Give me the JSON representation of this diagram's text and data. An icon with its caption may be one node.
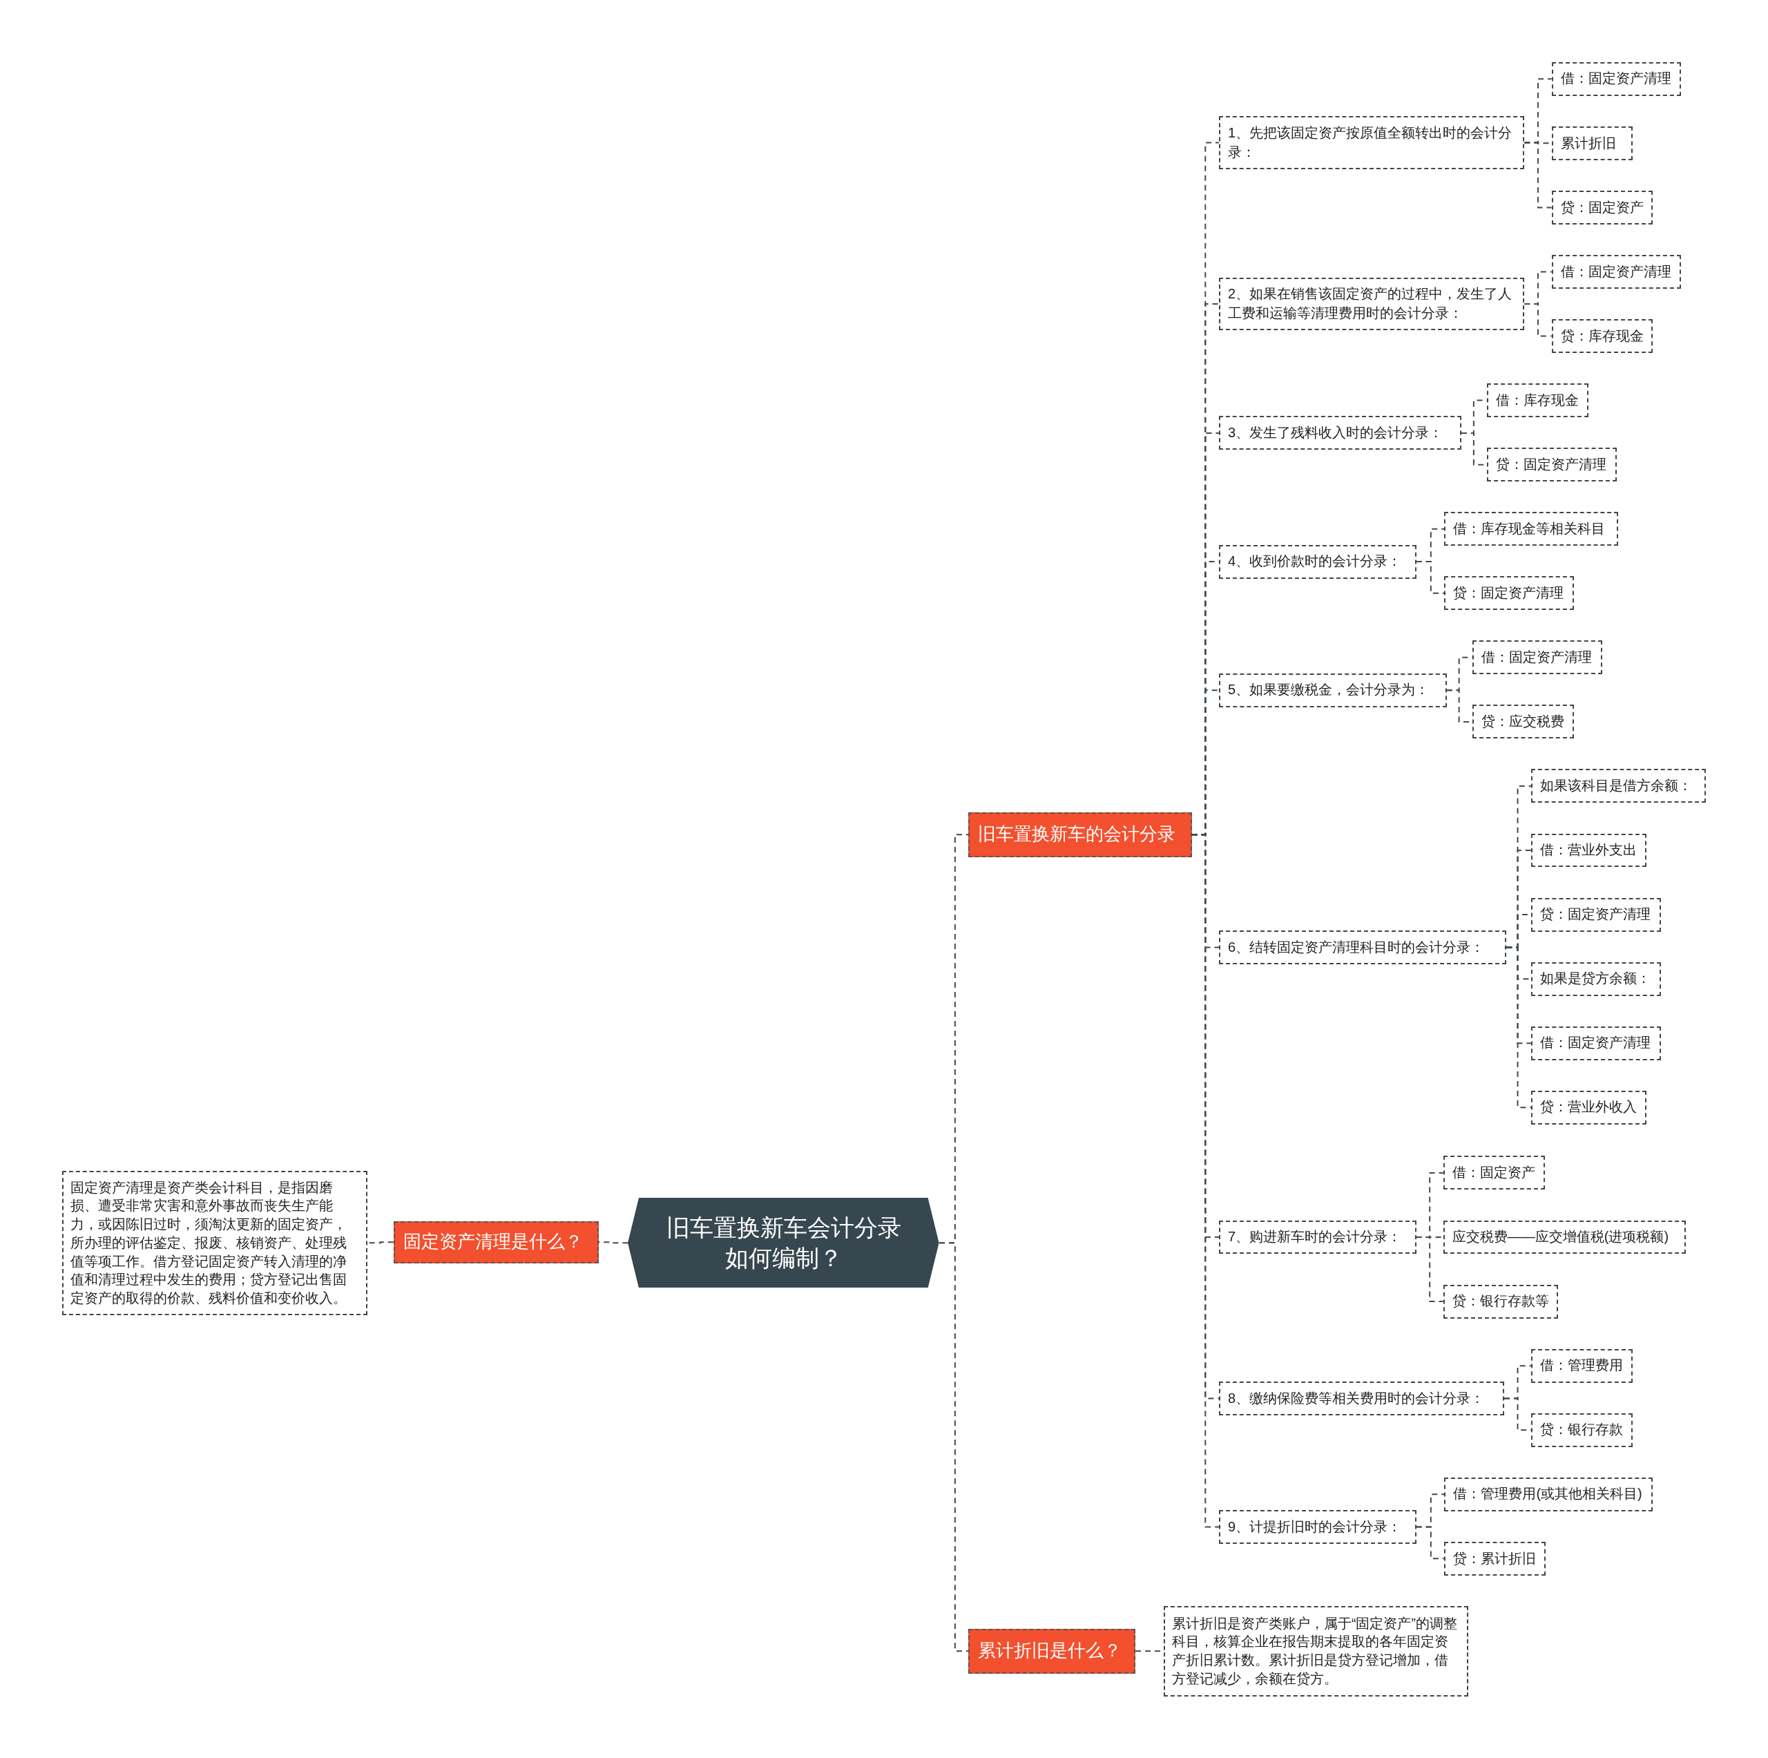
{
  "diagram": {
    "nodes": [
      {
        "text": [
          "旧车置换新车会计分录如何编制？"
        ]
      },
      {
        "text": [
          "固定资产清理是什么？"
        ]
      },
      {
        "text": [
          "固定资产清理是资产类会计科目，是指因磨损、遭受非常灾害和意外事故而丧失生产能力，或因陈旧过时，须淘汰更新的固定资产，所办理的评估鉴定、报废、核销资产、处理残值等项工作。借方登记固定资产转入清理的净值和清理过程中发生的费用；贷方登记出售固定资产的取得的价款、残料价值和变价收入。"
        ]
      },
      {
        "text": [
          "旧车置换新车的会计分录"
        ]
      },
      {
        "text": [
          "1、先把该固定资产按原值全额转出时的会计分录："
        ]
      },
      {
        "text": [
          "借：固定资产清理"
        ]
      },
      {
        "text": [
          "累计折旧"
        ]
      },
      {
        "text": [
          "贷：固定资产"
        ]
      },
      {
        "text": [
          "2、如果在销售该固定资产的过程中，发生了人工费和运输等清理费用时的会计分录："
        ]
      },
      {
        "text": [
          "借：固定资产清理"
        ]
      },
      {
        "text": [
          "贷：库存现金"
        ]
      },
      {
        "text": [
          "3、发生了残料收入时的会计分录："
        ]
      },
      {
        "text": [
          "借：库存现金"
        ]
      },
      {
        "text": [
          "贷：固定资产清理"
        ]
      },
      {
        "text": [
          "4、收到价款时的会计分录："
        ]
      },
      {
        "text": [
          "借：库存现金等相关科目"
        ]
      },
      {
        "text": [
          "贷：固定资产清理"
        ]
      },
      {
        "text": [
          "5、如果要缴税金，会计分录为："
        ]
      },
      {
        "text": [
          "借：固定资产清理"
        ]
      },
      {
        "text": [
          "贷：应交税费"
        ]
      },
      {
        "text": [
          "6、结转固定资产清理科目时的会计分录："
        ]
      },
      {
        "text": [
          "如果该科目是借方余额："
        ]
      },
      {
        "text": [
          "借：营业外支出"
        ]
      },
      {
        "text": [
          "贷：固定资产清理"
        ]
      },
      {
        "text": [
          "如果是贷方余额："
        ]
      },
      {
        "text": [
          "借：固定资产清理"
        ]
      },
      {
        "text": [
          "贷：营业外收入"
        ]
      },
      {
        "text": [
          "7、购进新车时的会计分录："
        ]
      },
      {
        "text": [
          "借：固定资产"
        ]
      },
      {
        "text": [
          "应交税费——应交增值税(进项税额)"
        ]
      },
      {
        "text": [
          "贷：银行存款等"
        ]
      },
      {
        "text": [
          "8、缴纳保险费等相关费用时的会计分录："
        ]
      },
      {
        "text": [
          "借：管理费用"
        ]
      },
      {
        "text": [
          "贷：银行存款"
        ]
      },
      {
        "text": [
          "9、计提折旧时的会计分录："
        ]
      },
      {
        "text": [
          "借：管理费用(或其他相关科目)"
        ]
      },
      {
        "text": [
          "贷：累计折旧"
        ]
      },
      {
        "text": [
          "累计折旧是什么？"
        ]
      },
      {
        "text": [
          "累计折旧是资产类账户，属于“固定资产”的调整科目，核算企业在报告期末提取的各年固定资产折旧累计数。累计折旧是贷方登记增加，借方登记减少，余额在贷方。"
        ]
      }
    ],
    "edges": [
      {
        "from": 0,
        "to": 1,
        "arrow": "none"
      },
      {
        "from": 1,
        "to": 2,
        "arrow": "none"
      },
      {
        "from": 0,
        "to": 3,
        "arrow": "none"
      },
      {
        "from": 3,
        "to": 4,
        "arrow": "none"
      },
      {
        "from": 4,
        "to": 5,
        "arrow": "none"
      },
      {
        "from": 4,
        "to": 6,
        "arrow": "none"
      },
      {
        "from": 4,
        "to": 7,
        "arrow": "none"
      },
      {
        "from": 3,
        "to": 8,
        "arrow": "none"
      },
      {
        "from": 8,
        "to": 9,
        "arrow": "none"
      },
      {
        "from": 8,
        "to": 10,
        "arrow": "none"
      },
      {
        "from": 3,
        "to": 11,
        "arrow": "none"
      },
      {
        "from": 11,
        "to": 12,
        "arrow": "none"
      },
      {
        "from": 11,
        "to": 13,
        "arrow": "none"
      },
      {
        "from": 3,
        "to": 14,
        "arrow": "none"
      },
      {
        "from": 14,
        "to": 15,
        "arrow": "none"
      },
      {
        "from": 14,
        "to": 16,
        "arrow": "none"
      },
      {
        "from": 3,
        "to": 17,
        "arrow": "none"
      },
      {
        "from": 17,
        "to": 18,
        "arrow": "none"
      },
      {
        "from": 17,
        "to": 19,
        "arrow": "none"
      },
      {
        "from": 3,
        "to": 20,
        "arrow": "none"
      },
      {
        "from": 20,
        "to": 21,
        "arrow": "none"
      },
      {
        "from": 20,
        "to": 22,
        "arrow": "none"
      },
      {
        "from": 20,
        "to": 23,
        "arrow": "none"
      },
      {
        "from": 20,
        "to": 24,
        "arrow": "none"
      },
      {
        "from": 20,
        "to": 25,
        "arrow": "none"
      },
      {
        "from": 20,
        "to": 26,
        "arrow": "none"
      },
      {
        "from": 3,
        "to": 27,
        "arrow": "none"
      },
      {
        "from": 27,
        "to": 28,
        "arrow": "none"
      },
      {
        "from": 27,
        "to": 29,
        "arrow": "none"
      },
      {
        "from": 27,
        "to": 30,
        "arrow": "none"
      },
      {
        "from": 3,
        "to": 31,
        "arrow": "none"
      },
      {
        "from": 31,
        "to": 32,
        "arrow": "none"
      },
      {
        "from": 31,
        "to": 33,
        "arrow": "none"
      },
      {
        "from": 3,
        "to": 34,
        "arrow": "none"
      },
      {
        "from": 34,
        "to": 35,
        "arrow": "none"
      },
      {
        "from": 34,
        "to": 36,
        "arrow": "none"
      },
      {
        "from": 0,
        "to": 37,
        "arrow": "none"
      },
      {
        "from": 37,
        "to": 38,
        "arrow": "none"
      }
    ]
  }
}
